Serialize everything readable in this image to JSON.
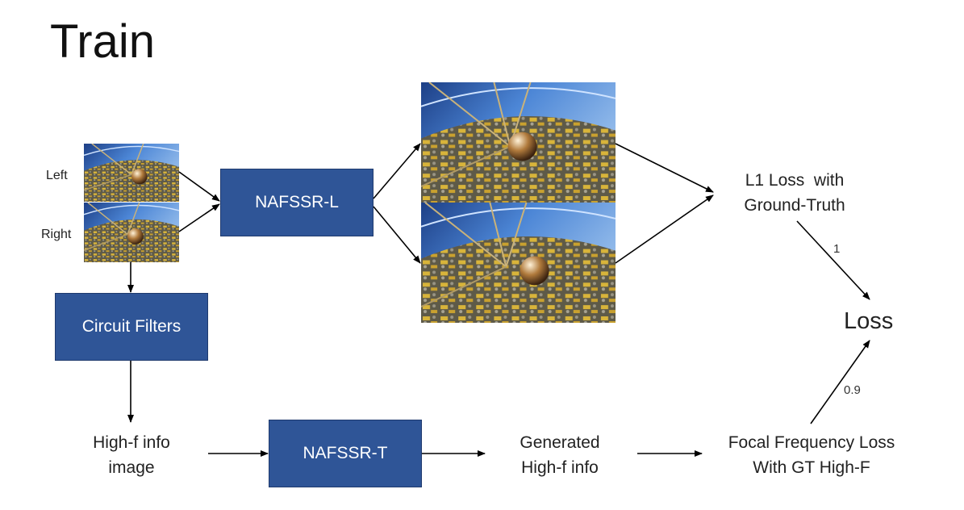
{
  "title": "Train",
  "input": {
    "left_label": "Left",
    "right_label": "Right"
  },
  "boxes": {
    "nafssr_l": "NAFSSR-L",
    "circuit_filters": "Circuit Filters",
    "nafssr_t": "NAFSSR-T"
  },
  "nodes": {
    "l1_loss_line1": "L1 Loss  with",
    "l1_loss_line2": "Ground-Truth",
    "loss": "Loss",
    "highf_line1": "High-f info",
    "highf_line2": "image",
    "generated_line1": "Generated",
    "generated_line2": "High-f info",
    "focal_line1": "Focal Frequency Loss",
    "focal_line2": "With GT High-F"
  },
  "weights": {
    "l1": "1",
    "focal": "0.9"
  },
  "colors": {
    "box_fill": "#2f5597",
    "box_text": "#ffffff",
    "arrow": "#000000"
  }
}
